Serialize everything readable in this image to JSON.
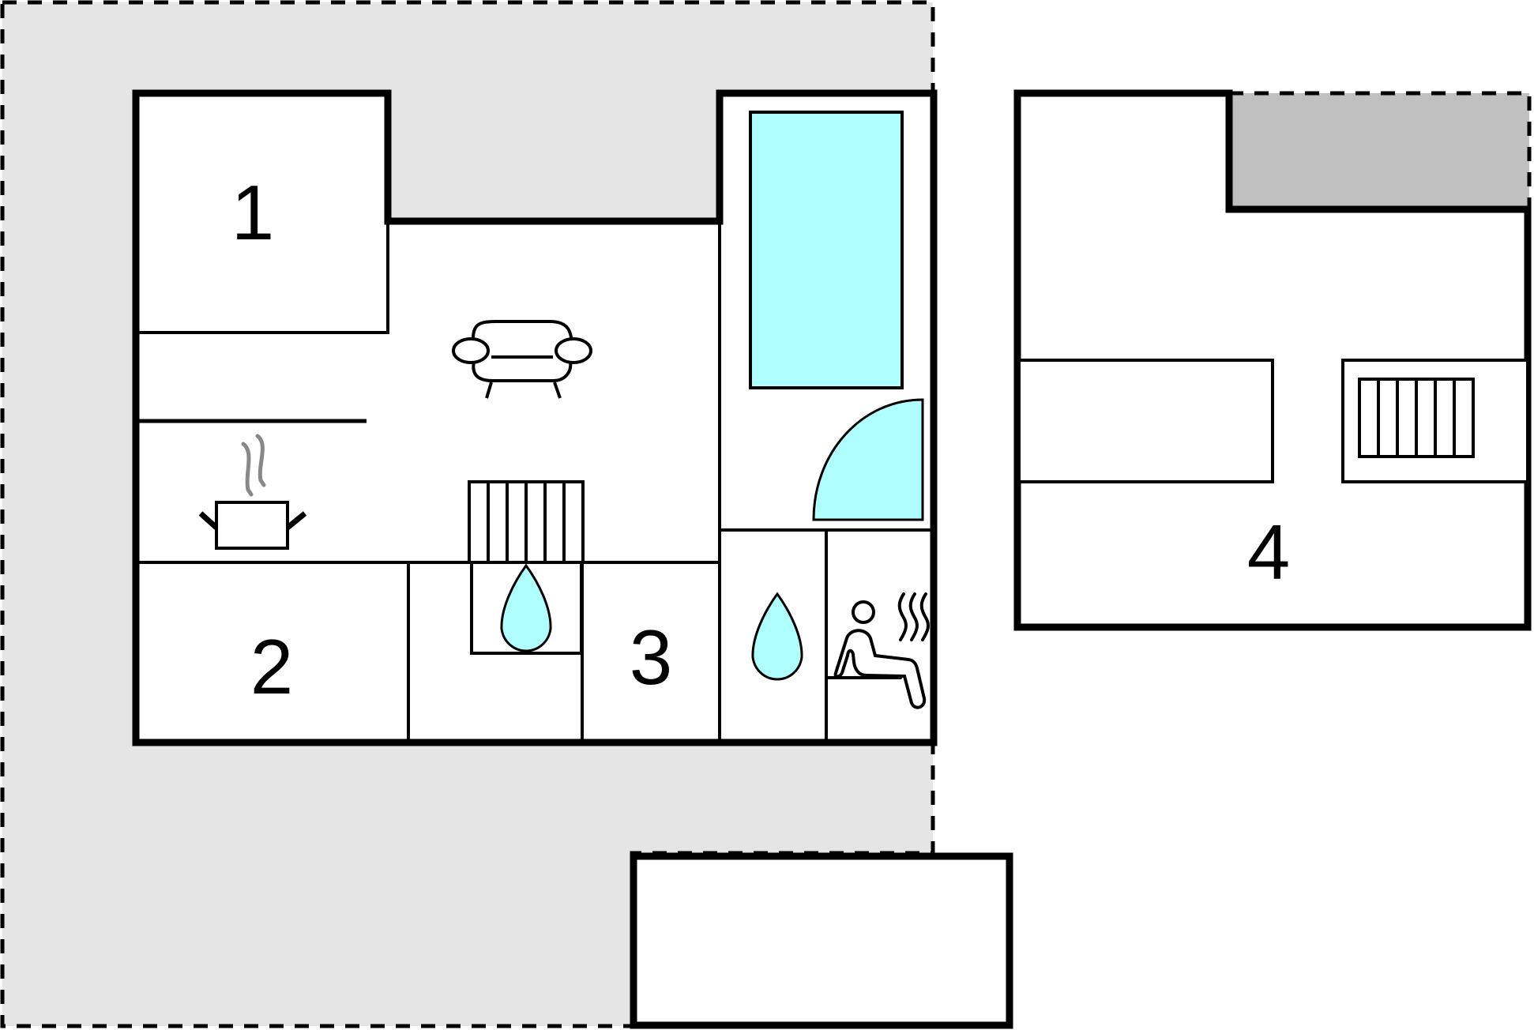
{
  "plan": {
    "type": "floor-plan",
    "colors": {
      "outdoor_area": "#e5e5e5",
      "covered_area": "#c0c0c0",
      "water": "#b0ffff",
      "wall": "#000000",
      "steam": "#888888"
    },
    "rooms": [
      {
        "id": "1",
        "label": "1",
        "kind": "bedroom"
      },
      {
        "id": "2",
        "label": "2",
        "kind": "bedroom"
      },
      {
        "id": "3",
        "label": "3",
        "kind": "bedroom"
      },
      {
        "id": "4",
        "label": "4",
        "kind": "bedroom (annex)"
      }
    ],
    "icons": [
      "sofa-icon",
      "cooking-pot-icon",
      "stairs-icon",
      "water-drop-icon",
      "pool-icon",
      "shower-icon",
      "sauna-icon"
    ]
  }
}
